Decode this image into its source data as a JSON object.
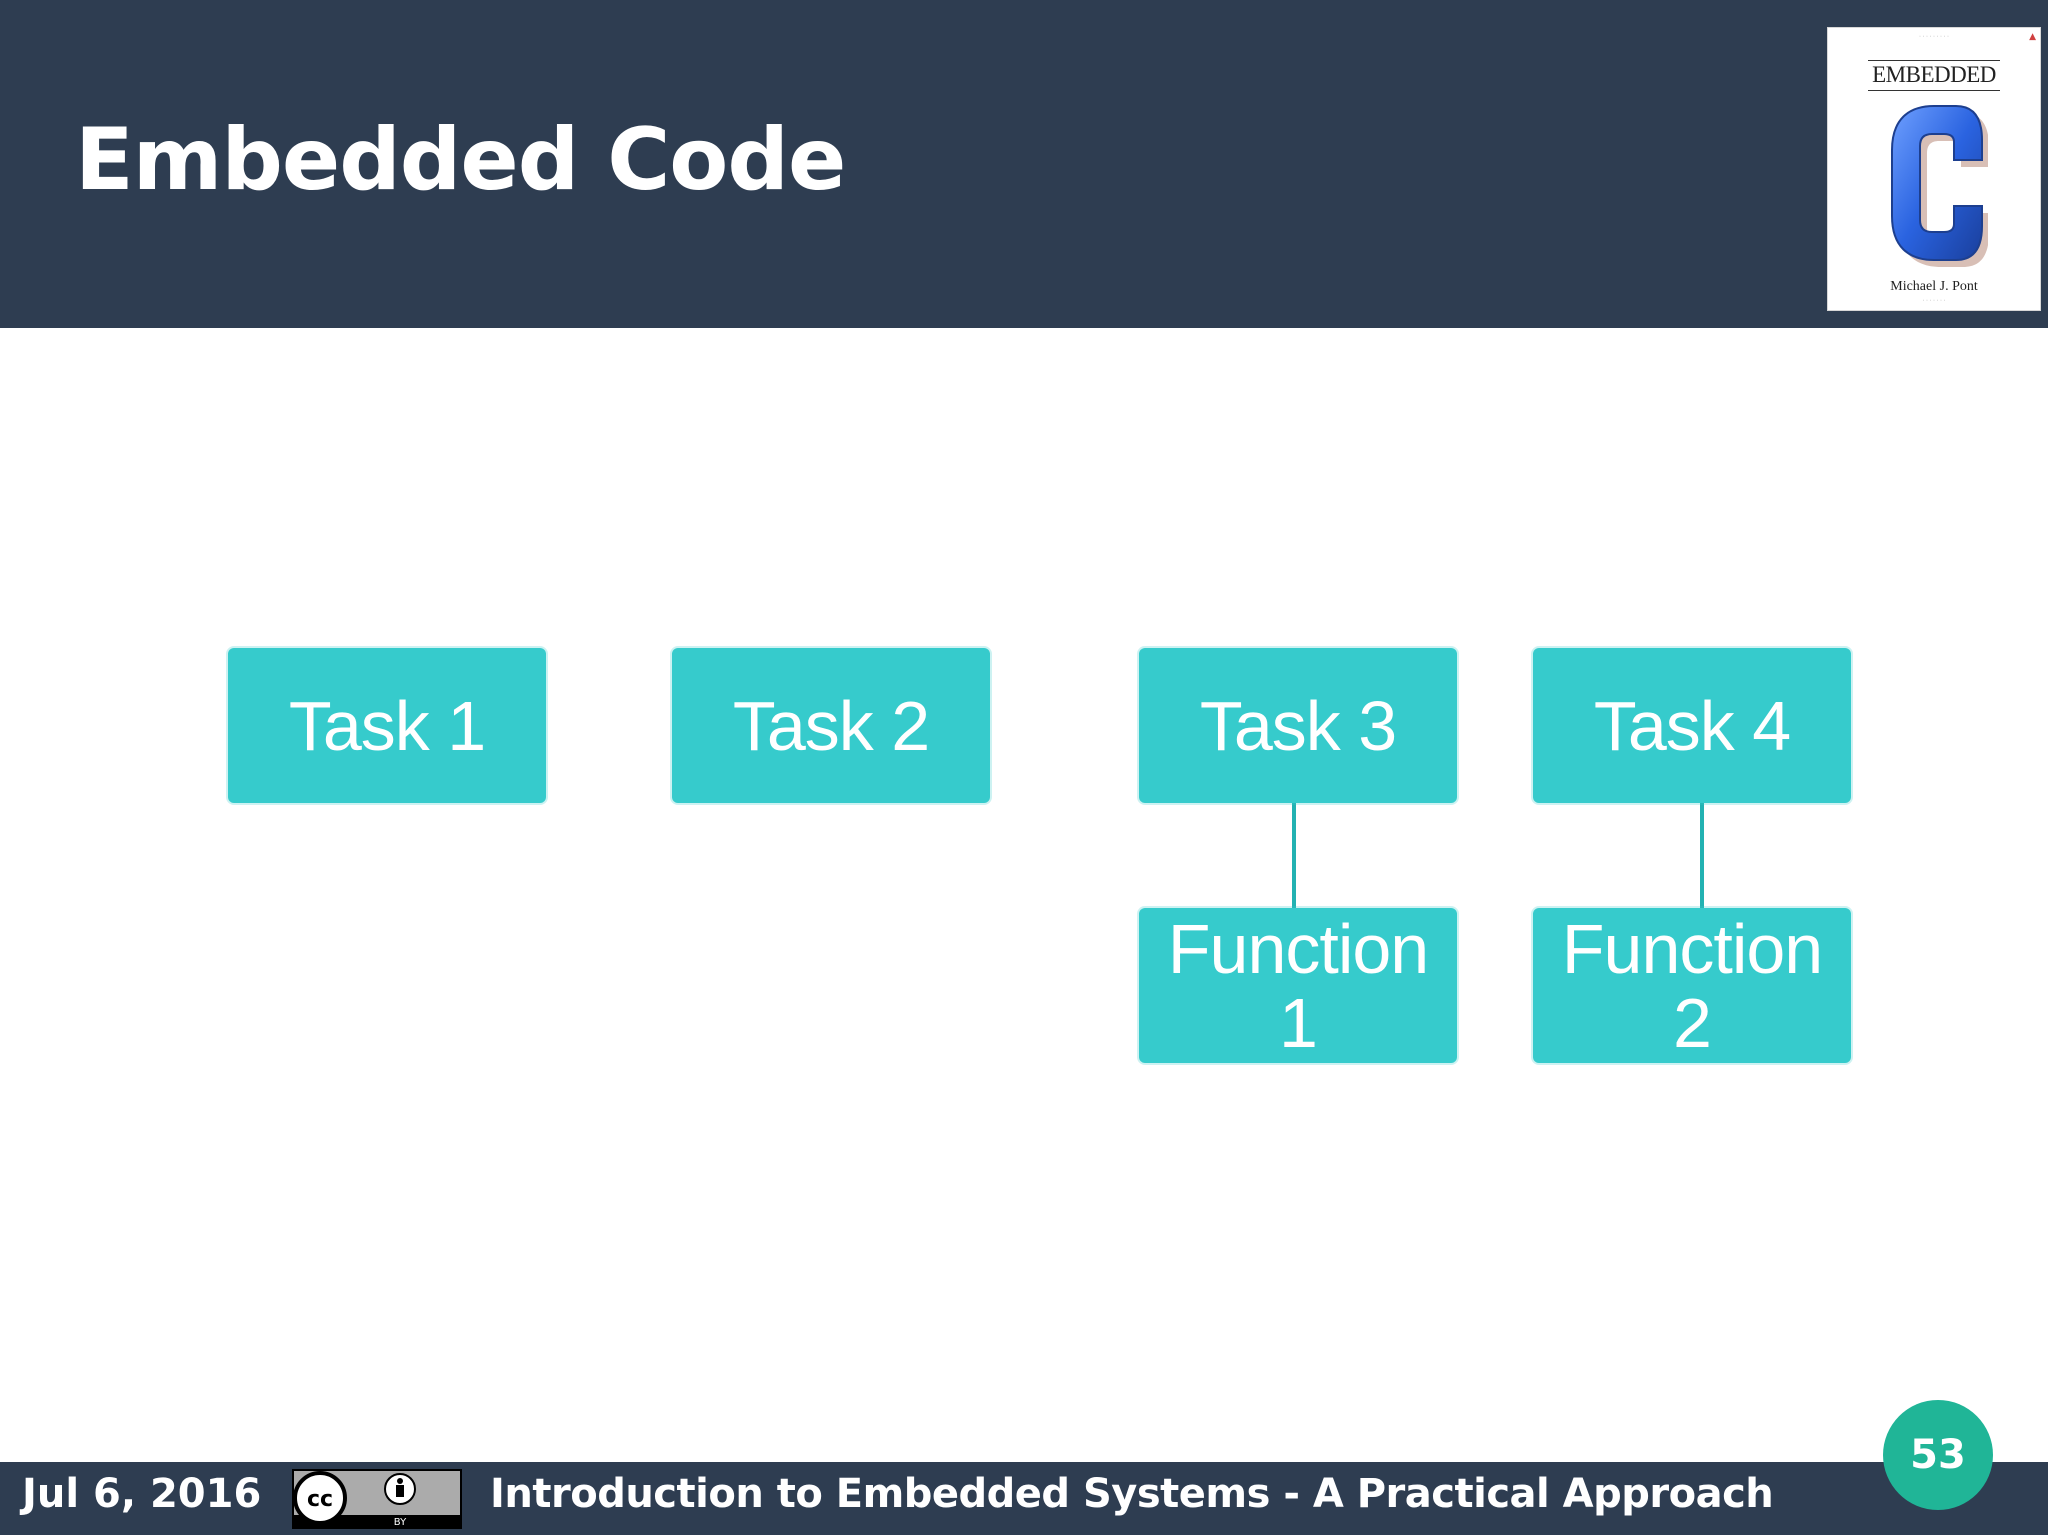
{
  "slide": {
    "title": "Embedded Code",
    "colors": {
      "header_bg": "#2e3d51",
      "box_fill": "#36cbcc",
      "connector": "#22b2b2",
      "page_badge": "#20b597"
    }
  },
  "book_cover": {
    "title": "EMBEDDED",
    "letter": "C",
    "author": "Michael J. Pont"
  },
  "diagram": {
    "tasks": [
      "Task 1",
      "Task 2",
      "Task 3",
      "Task 4"
    ],
    "functions": [
      {
        "label": "Function\n1",
        "parent": "Task 3"
      },
      {
        "label": "Function\n2",
        "parent": "Task 4"
      }
    ]
  },
  "footer": {
    "date": "Jul 6, 2016",
    "license_icon": "cc-by-icon",
    "license_text": "BY",
    "course": "Introduction to Embedded Systems - A Practical Approach",
    "page_number": "53"
  }
}
